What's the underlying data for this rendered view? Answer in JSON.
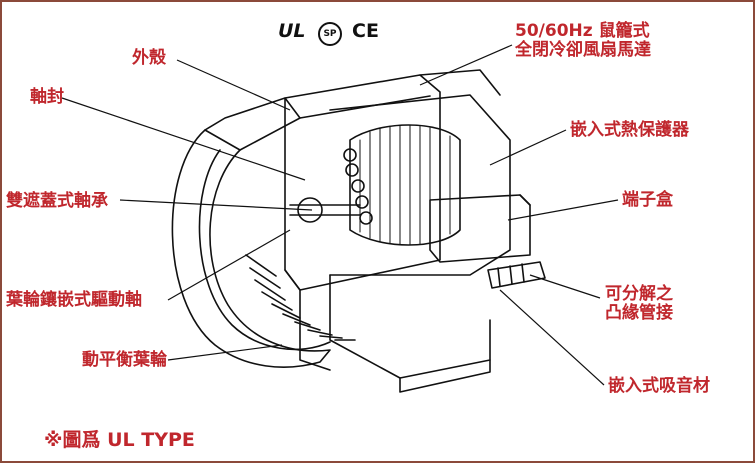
{
  "certifications": {
    "ul_mark": "UL",
    "csa_mark": "SP",
    "ce_mark": "CE"
  },
  "labels": {
    "housing": "外殼",
    "shaft_seal": "軸封",
    "double_shielded_bearing": "雙遮蓋式軸承",
    "impeller_inlaid_drive_shaft": "葉輪鑲嵌式驅動軸",
    "balanced_impeller": "動平衡葉輪",
    "motor_line1": "50/60Hz 鼠籠式",
    "motor_line2": "全閉冷卻風扇馬達",
    "thermal_protector": "嵌入式熱保護器",
    "terminal_box": "端子盒",
    "flange_line1": "可分解之",
    "flange_line2": "凸緣管接",
    "sound_absorber": "嵌入式吸音材"
  },
  "note": "※圖爲 UL TYPE",
  "colors": {
    "label": "#c0272d",
    "border": "#8b4a3a",
    "drawing": "#111111"
  }
}
